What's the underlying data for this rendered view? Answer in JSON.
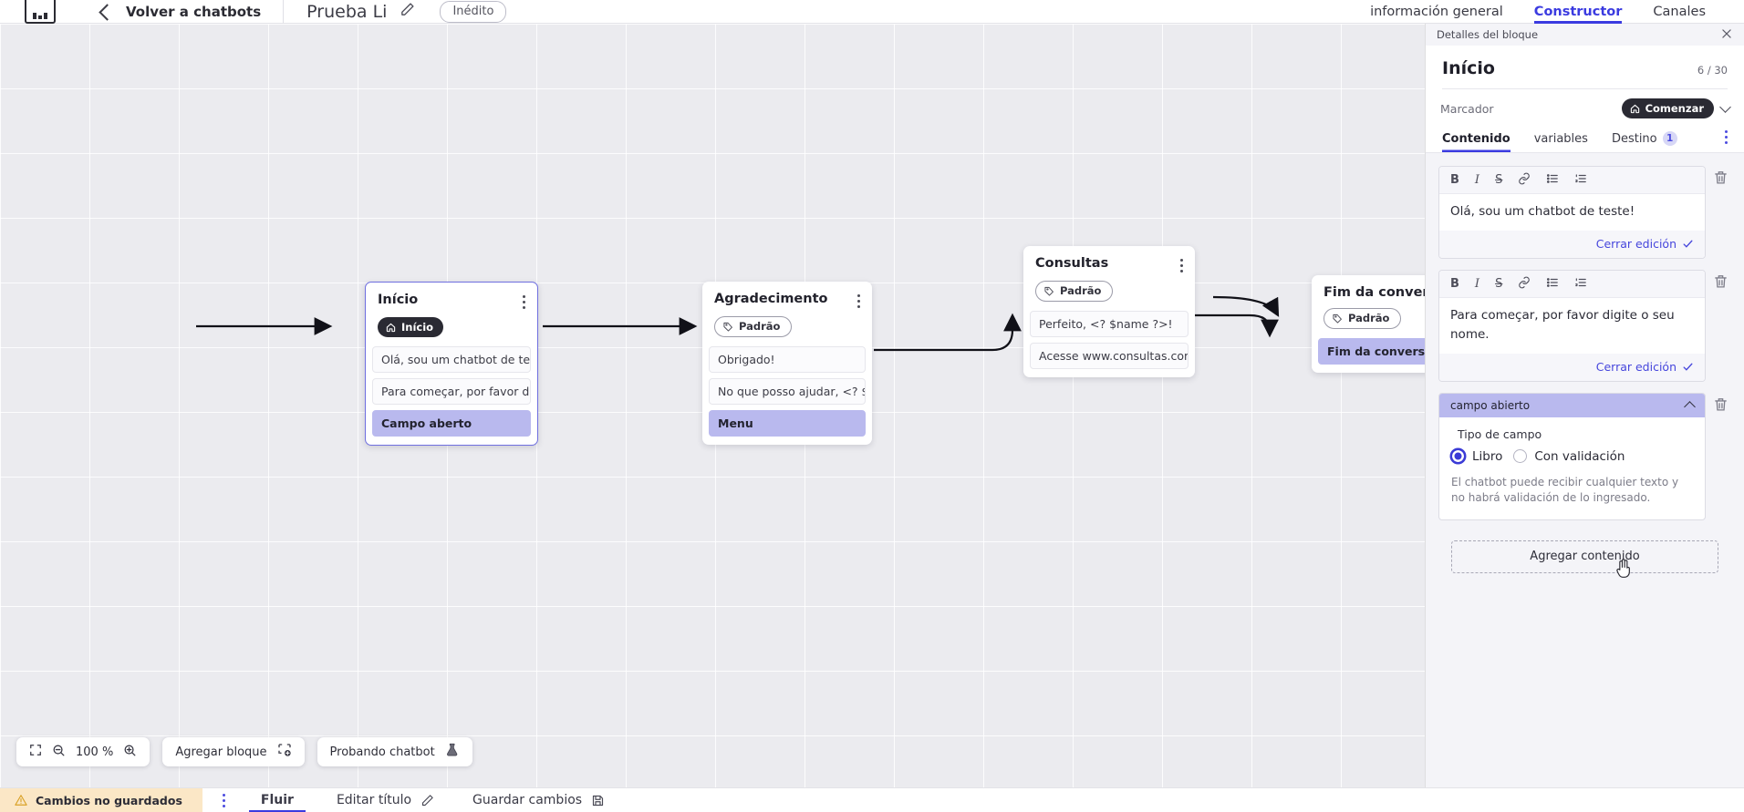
{
  "topbar": {
    "logo": "app-logo",
    "back_label": "Volver a chatbots",
    "bot_title": "Prueba Li",
    "status_pill": "Inédito",
    "tabs": [
      {
        "label": "información general",
        "active": false
      },
      {
        "label": "Constructor",
        "active": true
      },
      {
        "label": "Canales",
        "active": false
      }
    ]
  },
  "canvas": {
    "zoom_level": "100 %",
    "add_block_label": "Agregar bloque",
    "test_bot_label": "Probando chatbot",
    "nodes": [
      {
        "title": "Início",
        "badge": "Início",
        "badge_type": "dark-home",
        "rows": [
          {
            "text": "Olá, sou um chatbot de teste!",
            "accent": false
          },
          {
            "text": "Para começar, por favor digite o ...",
            "accent": false
          },
          {
            "text": "Campo aberto",
            "accent": true
          }
        ]
      },
      {
        "title": "Agradecimento",
        "badge": "Padrão",
        "badge_type": "outline-tag",
        "rows": [
          {
            "text": "Obrigado!",
            "accent": false
          },
          {
            "text": "No que posso ajudar, <? $name ...",
            "accent": false
          },
          {
            "text": "Menu",
            "accent": true
          }
        ]
      },
      {
        "title": "Consultas",
        "badge": "Padrão",
        "badge_type": "outline-tag",
        "rows": [
          {
            "text": "Perfeito, <? $name ?>!",
            "accent": false
          },
          {
            "text": "Acesse www.consultas.com par...",
            "accent": false
          }
        ]
      },
      {
        "title": "Fim da conversa",
        "badge": "Padrão",
        "badge_type": "outline-tag",
        "rows": [
          {
            "text": "Fim da conversa",
            "accent": true
          }
        ]
      }
    ]
  },
  "panel": {
    "header_label": "Detalles del bloque",
    "block_title": "Início",
    "counter": "6 / 30",
    "marker_label": "Marcador",
    "marker_value": "Comenzar",
    "tabs": [
      {
        "label": "Contenido",
        "badge": "",
        "active": true
      },
      {
        "label": "variables",
        "badge": "",
        "active": false
      },
      {
        "label": "Destino",
        "badge": "1",
        "active": false
      }
    ],
    "toolbar_icons": [
      "bold",
      "italic",
      "strikethrough",
      "link",
      "bullet-list",
      "numbered-list"
    ],
    "blocks": [
      {
        "text": "Olá, sou um chatbot de teste!",
        "close_label": "Cerrar edición"
      },
      {
        "text": "Para começar, por favor digite o seu nome.",
        "close_label": "Cerrar edición"
      }
    ],
    "field": {
      "header": "campo abierto",
      "legend": "Tipo de campo",
      "options": [
        {
          "label": "Libro",
          "selected": true
        },
        {
          "label": "Con validación",
          "selected": false
        }
      ],
      "help": "El chatbot puede recibir cualquier texto y no habrá validación de lo ingresado."
    },
    "add_content_label": "Agregar contenido"
  },
  "bottombar": {
    "warning": "Cambios no guardados",
    "flow_label": "Fluir",
    "edit_title_label": "Editar título",
    "save_label": "Guardar cambios"
  },
  "colors": {
    "accent": "#3b3be0",
    "node_accent_row": "#b9b9ee",
    "warning_bg": "#fbe7c6",
    "canvas_bg": "#ebebef"
  }
}
